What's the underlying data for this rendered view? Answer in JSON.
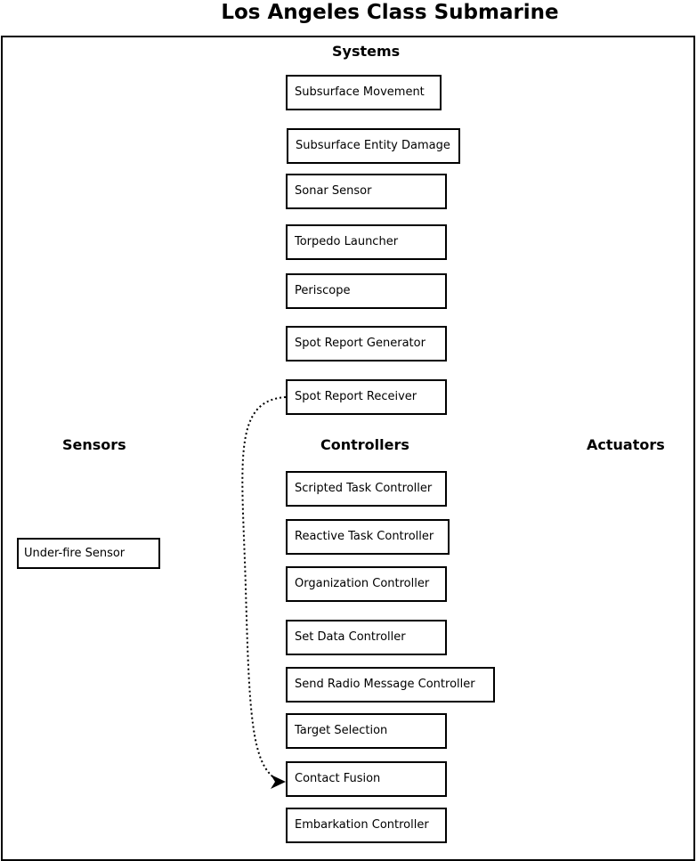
{
  "title": "Los Angeles Class Submarine",
  "sections": {
    "systems": "Systems",
    "sensors": "Sensors",
    "controllers": "Controllers",
    "actuators": "Actuators"
  },
  "systems": [
    "Subsurface Movement",
    "Subsurface Entity Damage",
    "Sonar Sensor",
    "Torpedo Launcher",
    "Periscope",
    "Spot Report Generator",
    "Spot Report Receiver"
  ],
  "sensors": [
    "Under-fire Sensor"
  ],
  "controllers": [
    "Scripted Task Controller",
    "Reactive Task Controller",
    "Organization Controller",
    "Set Data Controller",
    "Send Radio Message Controller",
    "Target Selection",
    "Contact Fusion",
    "Embarkation Controller"
  ],
  "actuators": [],
  "connections": [
    {
      "from": "Spot Report Receiver",
      "to": "Contact Fusion",
      "style": "dotted",
      "arrow": "end"
    }
  ]
}
